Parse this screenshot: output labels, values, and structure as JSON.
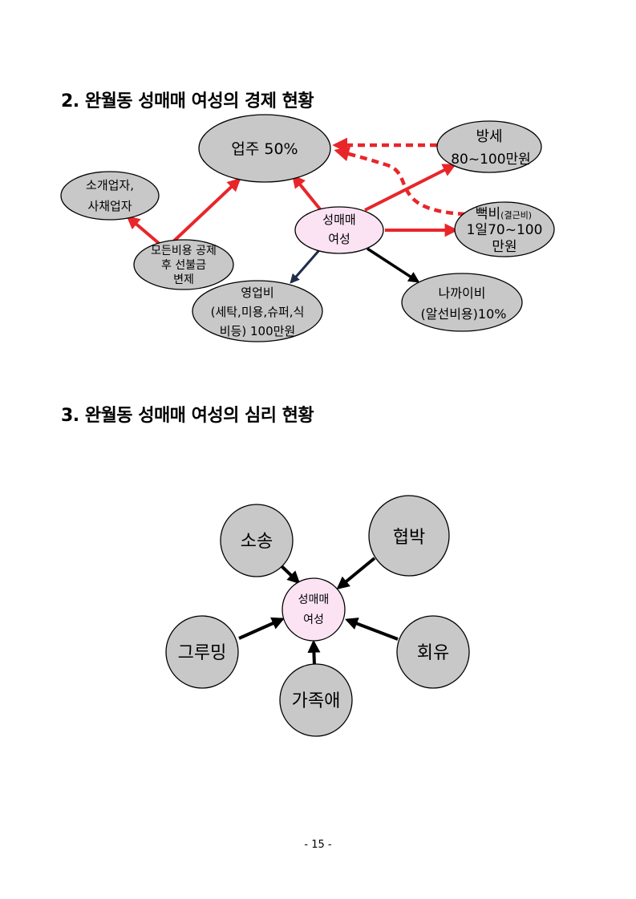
{
  "section2": {
    "title": "2. 완월동 성매매 여성의 경제 현황",
    "nodes": {
      "owner": [
        "업주  50%"
      ],
      "rent": [
        "방세",
        "80~100만원"
      ],
      "debt_main": "뻑비",
      "debt_small": "(결근비)",
      "debt_rest": [
        "1일70~100",
        "만원"
      ],
      "broker": [
        "소개업자,",
        "사채업자"
      ],
      "deduct": [
        "모든비용 공제",
        "후 선불금",
        "변제"
      ],
      "woman": [
        "성매매",
        "여성"
      ],
      "business": [
        "영업비",
        "(세탁,미용,슈퍼,식",
        "비등) 100만원"
      ],
      "nakkai": [
        "나까이비",
        "(알선비용)10%"
      ]
    }
  },
  "section3": {
    "title": "3. 완월동 성매매 여성의 심리 현황",
    "nodes": {
      "lawsuit": "소송",
      "threat": "협박",
      "grooming": "그루밍",
      "remorse": "회유",
      "family": "가족애",
      "woman": [
        "성매매",
        "여성"
      ]
    }
  },
  "colors": {
    "node_fill": "#c8c8c8",
    "center_fill": "#fbe3f4",
    "red_arrow": "#e8262a",
    "navy_arrow": "#1f2d4a"
  },
  "page_number": "- 15 -"
}
